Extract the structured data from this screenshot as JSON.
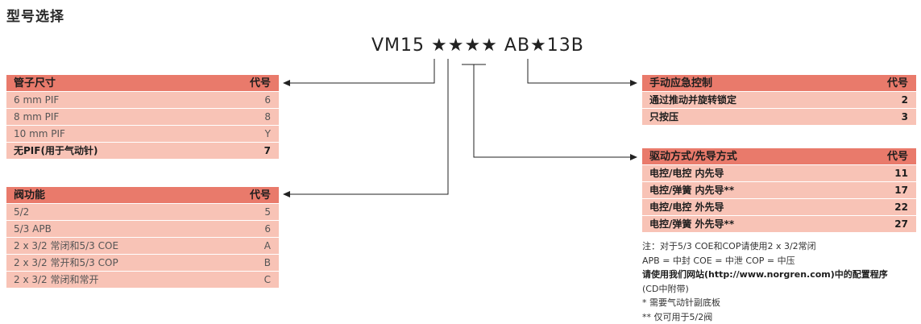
{
  "page_title": "型号选择",
  "model_code": "VM15 ★★★★ AB★13B",
  "tables": {
    "tube_size": {
      "header": {
        "name": "管子尺寸",
        "code": "代号"
      },
      "rows": [
        {
          "name": "6 mm PIF",
          "code": "6"
        },
        {
          "name": "8 mm PIF",
          "code": "8"
        },
        {
          "name": "10 mm PIF",
          "code": "Y"
        },
        {
          "name": "无PIF(用于气动针)",
          "code": "7"
        }
      ]
    },
    "valve_function": {
      "header": {
        "name": "阀功能",
        "code": "代号"
      },
      "rows": [
        {
          "name": "5/2",
          "code": "5"
        },
        {
          "name": "5/3 APB",
          "code": "6"
        },
        {
          "name": "2 x 3/2 常闭和5/3 COE",
          "code": "A"
        },
        {
          "name": "2 x 3/2 常开和5/3 COP",
          "code": "B"
        },
        {
          "name": "2 x 3/2 常闭和常开",
          "code": "C"
        }
      ]
    },
    "manual_override": {
      "header": {
        "name": "手动应急控制",
        "code": "代号"
      },
      "rows": [
        {
          "name": "通过推动并旋转锁定",
          "code": "2"
        },
        {
          "name": "只按压",
          "code": "3"
        }
      ]
    },
    "actuation": {
      "header": {
        "name": "驱动方式/先导方式",
        "code": "代号"
      },
      "rows": [
        {
          "name": "电控/电控 内先导",
          "code": "11"
        },
        {
          "name": "电控/弹簧 内先导**",
          "code": "17"
        },
        {
          "name": "电控/电控 外先导",
          "code": "22"
        },
        {
          "name": "电控/弹簧 外先导**",
          "code": "27"
        }
      ]
    }
  },
  "notes": [
    "注：对于5/3 COE和COP请使用2 x 3/2常闭",
    "APB = 中封 COE = 中泄 COP = 中压",
    "请使用我们网站(http://www.norgren.com)中的配置程序",
    "(CD中附带)",
    "* 需要气动针副底板",
    "** 仅可用于5/2阀"
  ]
}
